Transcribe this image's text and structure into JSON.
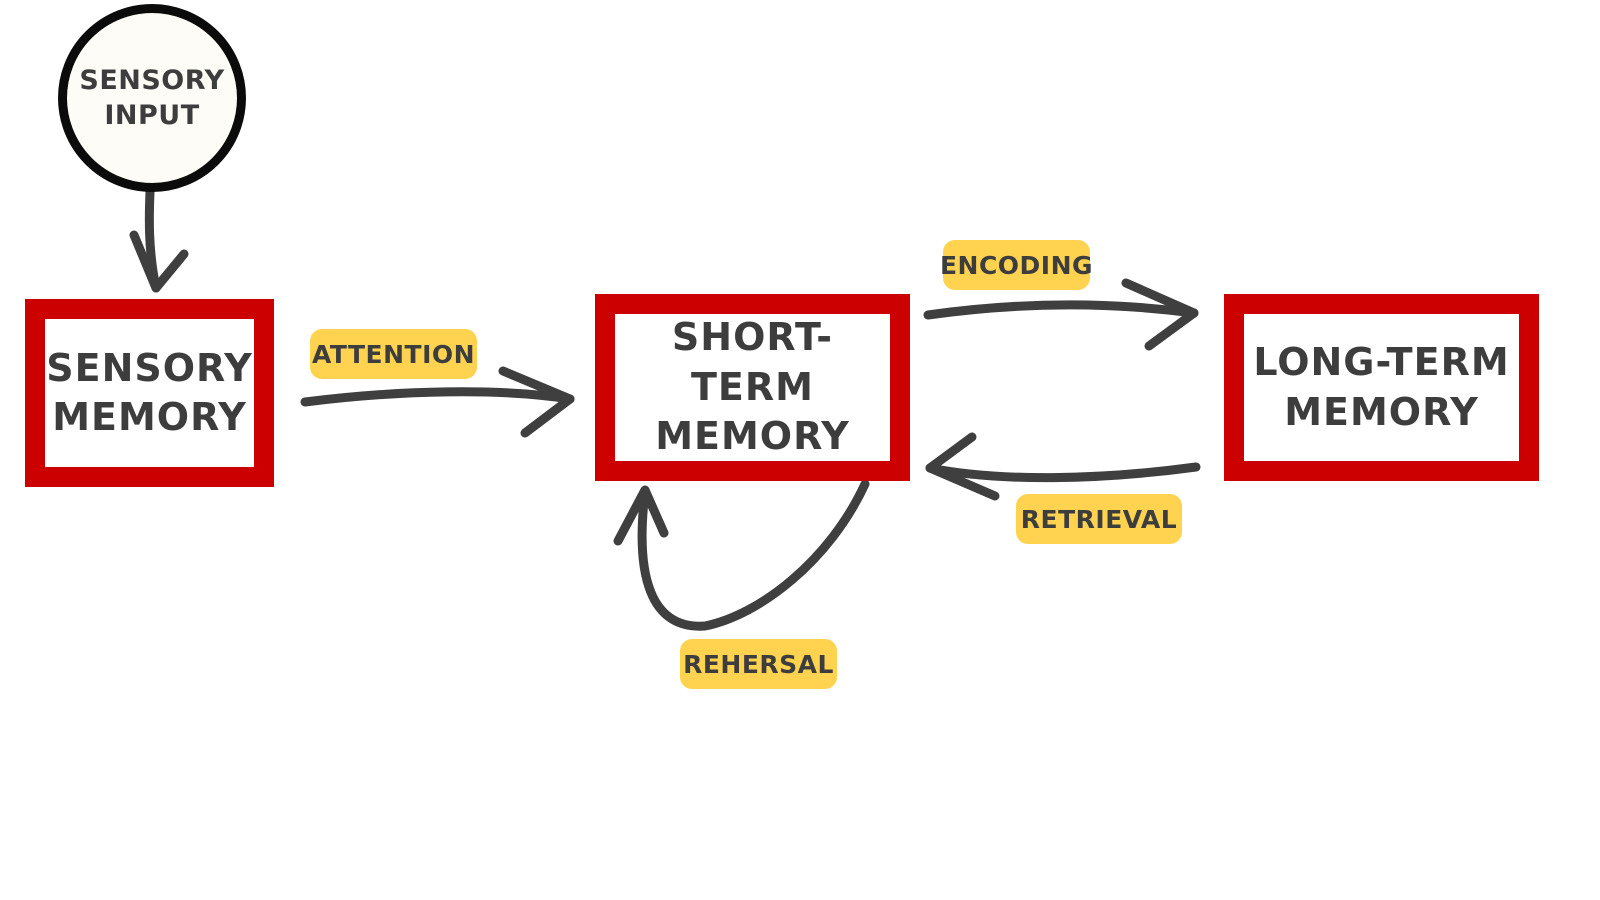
{
  "nodes": {
    "sensory_input": {
      "line1": "SENSORY",
      "line2": "INPUT"
    },
    "sensory_memory": {
      "line1": "SENSORY",
      "line2": "MEMORY"
    },
    "short_term_memory": {
      "line1": "SHORT-TERM",
      "line2": "MEMORY"
    },
    "long_term_memory": {
      "line1": "LONG-TERM",
      "line2": "MEMORY"
    }
  },
  "edges": {
    "attention": "ATTENTION",
    "encoding": "ENCODING",
    "retrieval": "RETRIEVAL",
    "rehersal": "REHERSAL"
  },
  "colors": {
    "box_border": "#cc0000",
    "tag_fill": "#ffd34f",
    "arrow": "#3f3f3f",
    "text": "#3d3d3d"
  }
}
